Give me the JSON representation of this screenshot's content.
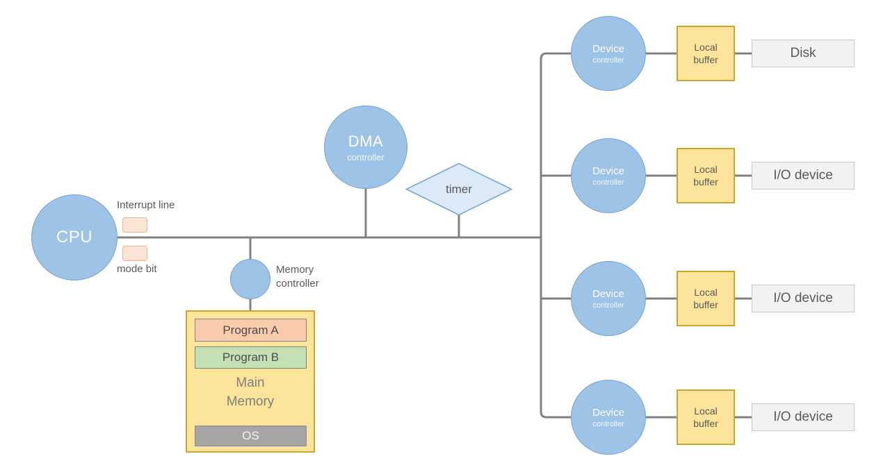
{
  "colors": {
    "node_fill": "#9DC3E6",
    "node_border": "#74A2CF",
    "diamond_fill": "#DCE9F6",
    "diamond_border": "#6FA0CC",
    "yellow_fill": "#FCE49B",
    "yellow_border": "#D0A42B",
    "peach_tag_fill": "#FBE5D6",
    "peach_tag_border": "#F4B183",
    "program_a_fill": "#F8CBAD",
    "program_b_fill": "#C5E0B4",
    "os_fill": "#A6A6A6",
    "device_box_fill": "#F2F2F2",
    "device_box_border": "#C9C9C9",
    "wire": "#7F7F7F",
    "text_gray": "#595959"
  },
  "cpu": {
    "label": "CPU",
    "interrupt_label": "Interrupt line",
    "mode_label": "mode bit"
  },
  "dma": {
    "line1": "DMA",
    "line2": "controller"
  },
  "timer": {
    "label": "timer"
  },
  "memory_controller": {
    "label_line1": "Memory",
    "label_line2": "controller"
  },
  "main_memory": {
    "program_a": "Program A",
    "program_b": "Program B",
    "label_line1": "Main",
    "label_line2": "Memory",
    "os": "OS"
  },
  "device_rows": [
    {
      "controller_line1": "Device",
      "controller_line2": "controller",
      "buffer_line1": "Local",
      "buffer_line2": "buffer",
      "device": "Disk"
    },
    {
      "controller_line1": "Device",
      "controller_line2": "controller",
      "buffer_line1": "Local",
      "buffer_line2": "buffer",
      "device": "I/O device"
    },
    {
      "controller_line1": "Device",
      "controller_line2": "controller",
      "buffer_line1": "Local",
      "buffer_line2": "buffer",
      "device": "I/O device"
    },
    {
      "controller_line1": "Device",
      "controller_line2": "controller",
      "buffer_line1": "Local",
      "buffer_line2": "buffer",
      "device": "I/O device"
    }
  ]
}
